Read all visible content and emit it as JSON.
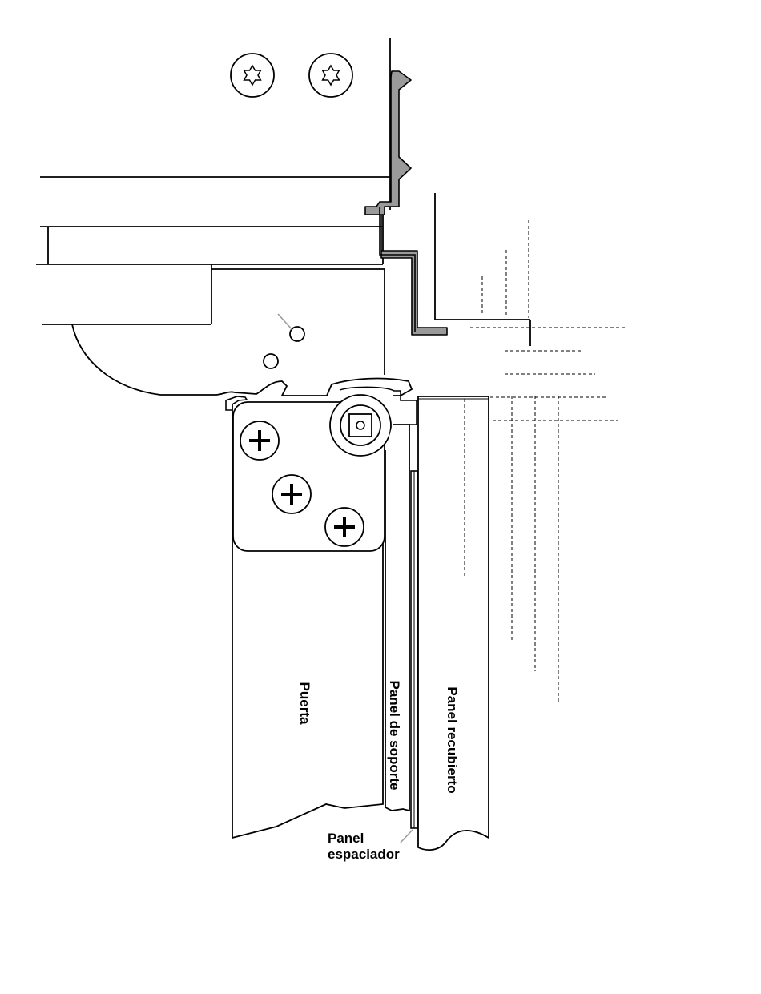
{
  "labels": {
    "door": "Puerta",
    "support_panel": "Panel de soporte",
    "overlay_panel": "Panel recubierto",
    "spacer_panel_line1": "Panel",
    "spacer_panel_line2": "espaciador"
  },
  "colors": {
    "line": "#000000",
    "bracket_fill": "#9a9a9a",
    "guide_line": "#000000",
    "leader_line": "#9a9a9a",
    "background": "#ffffff"
  },
  "icons": {
    "top_screws": "torx-screw-icon",
    "hinge_screws": "phillips-screw-icon",
    "pivot": "square-pivot-icon"
  }
}
